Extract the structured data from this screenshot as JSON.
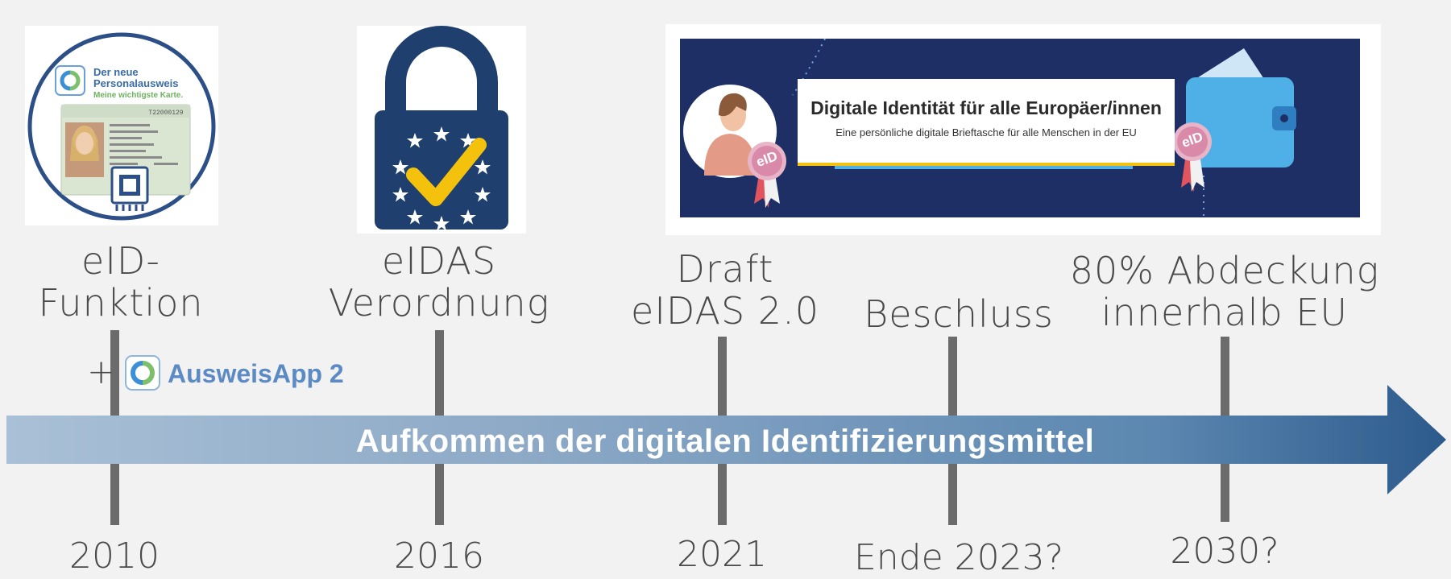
{
  "milestones": [
    {
      "label_line1": "eID-",
      "label_line2": "Funktion",
      "year": "2010"
    },
    {
      "label_line1": "eIDAS",
      "label_line2": "Verordnung",
      "year": "2016"
    },
    {
      "label_line1": "Draft",
      "label_line2": "eIDAS 2.0",
      "year": "2021"
    },
    {
      "label_line1": "Beschluss",
      "year": "Ende 2023?"
    },
    {
      "label_line1": "80% Abdeckung",
      "label_line2": "innerhalb EU",
      "year": "2030?"
    }
  ],
  "arrow": {
    "title": "Aufkommen der digitalen Identifizierungsmittel",
    "color": "#4a7aa3"
  },
  "addon": {
    "plus": "+",
    "app_name": "AusweisApp 2"
  },
  "id_card": {
    "brand_line1": "Der neue",
    "brand_line2": "Personalausweis",
    "brand_line3": "Meine wichtigste Karte.",
    "card_number": "T22000129"
  },
  "banner": {
    "title": "Digitale Identität für alle Europäer/innen",
    "subtitle": "Eine persönliche digitale Brieftasche für alle Menschen in der EU",
    "badge_left": "eID",
    "badge_right": "eID",
    "background": "#1e2f66"
  }
}
